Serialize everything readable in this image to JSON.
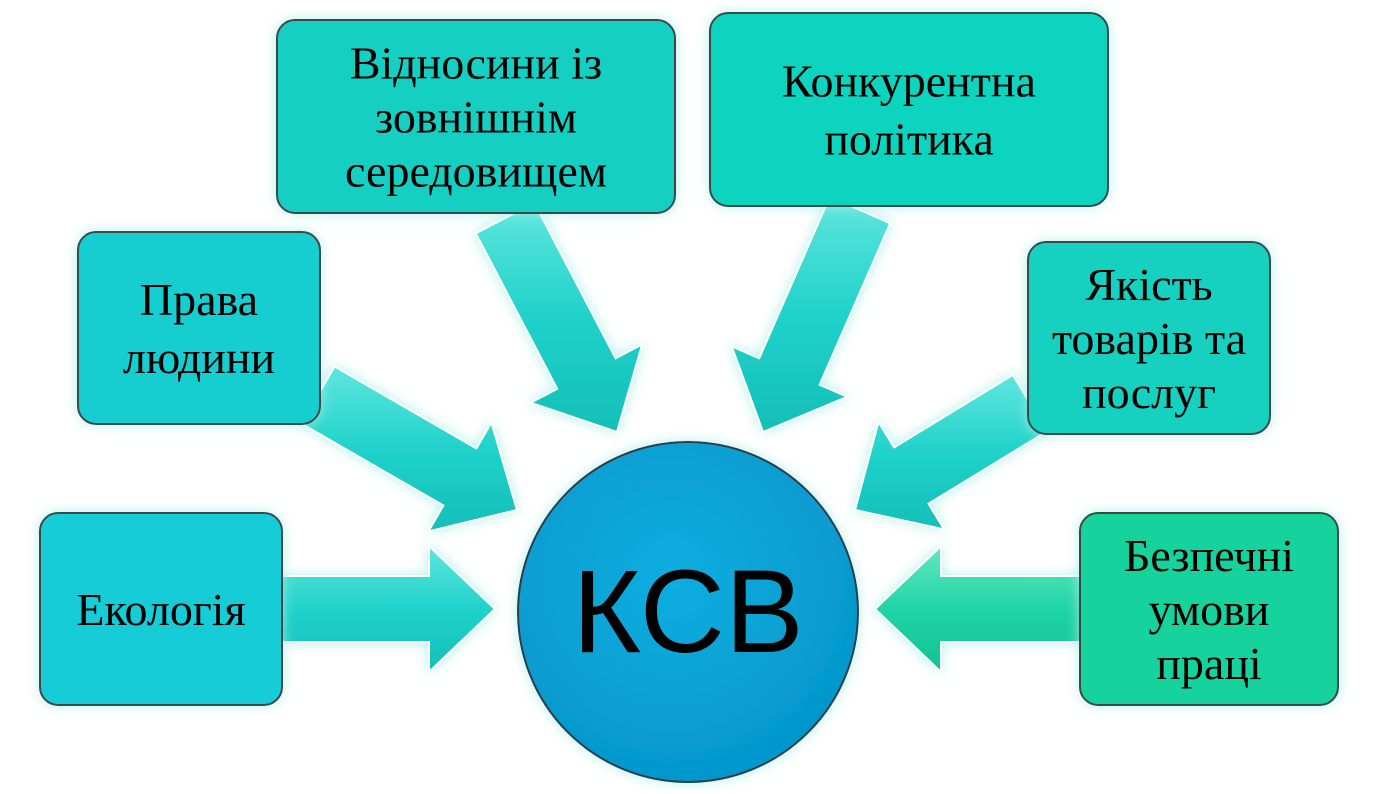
{
  "center": {
    "label": "КСВ",
    "fill": "#0aa3d8"
  },
  "nodes": [
    {
      "id": "vidnosyny",
      "lines": [
        "Відносини із",
        "зовнішнім",
        "середовищем"
      ],
      "fill": "#14cfc3"
    },
    {
      "id": "konkurentna",
      "lines": [
        "Конкурентна",
        "політика"
      ],
      "fill": "#11d4bf"
    },
    {
      "id": "prava",
      "lines": [
        "Права",
        "людини"
      ],
      "fill": "#16cdd0"
    },
    {
      "id": "yakist",
      "lines": [
        "Якість",
        "товарів та",
        "послуг"
      ],
      "fill": "#12d1bf"
    },
    {
      "id": "ekologiya",
      "lines": [
        "Екологія"
      ],
      "fill": "#14ccd6"
    },
    {
      "id": "bezpechni",
      "lines": [
        "Безпечні",
        "умови",
        "праці"
      ],
      "fill": "#12d39e"
    }
  ],
  "colors": {
    "box_stroke": "#3a4a4a",
    "arrow_fill": "#22d3cc",
    "glow": "#bff3ef"
  }
}
